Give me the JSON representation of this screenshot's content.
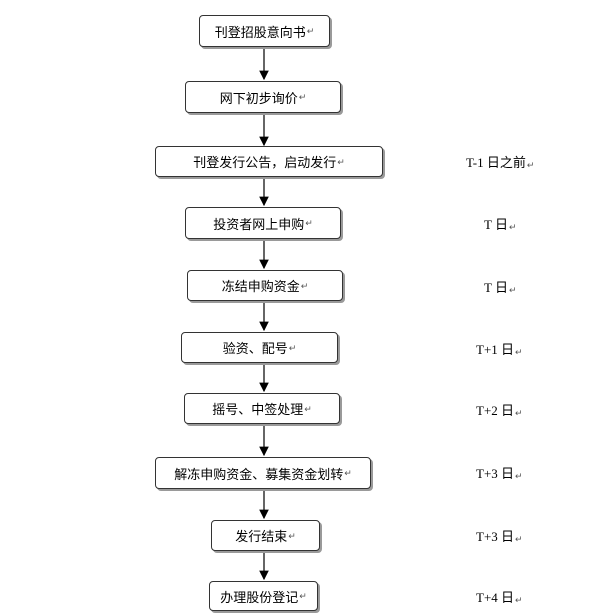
{
  "return_mark": "↵",
  "steps": [
    {
      "label": "刊登招股意向书",
      "time": ""
    },
    {
      "label": "网下初步询价",
      "time": ""
    },
    {
      "label": "刊登发行公告，启动发行",
      "time": "T-1 日之前"
    },
    {
      "label": "投资者网上申购",
      "time": "T 日"
    },
    {
      "label": "冻结申购资金",
      "time": "T 日"
    },
    {
      "label": "验资、配号",
      "time": "T+1 日"
    },
    {
      "label": "摇号、中签处理",
      "time": "T+2 日"
    },
    {
      "label": "解冻申购资金、募集资金划转",
      "time": "T+3 日"
    },
    {
      "label": "发行结束",
      "time": "T+3 日"
    },
    {
      "label": "办理股份登记",
      "time": "T+4 日"
    }
  ]
}
